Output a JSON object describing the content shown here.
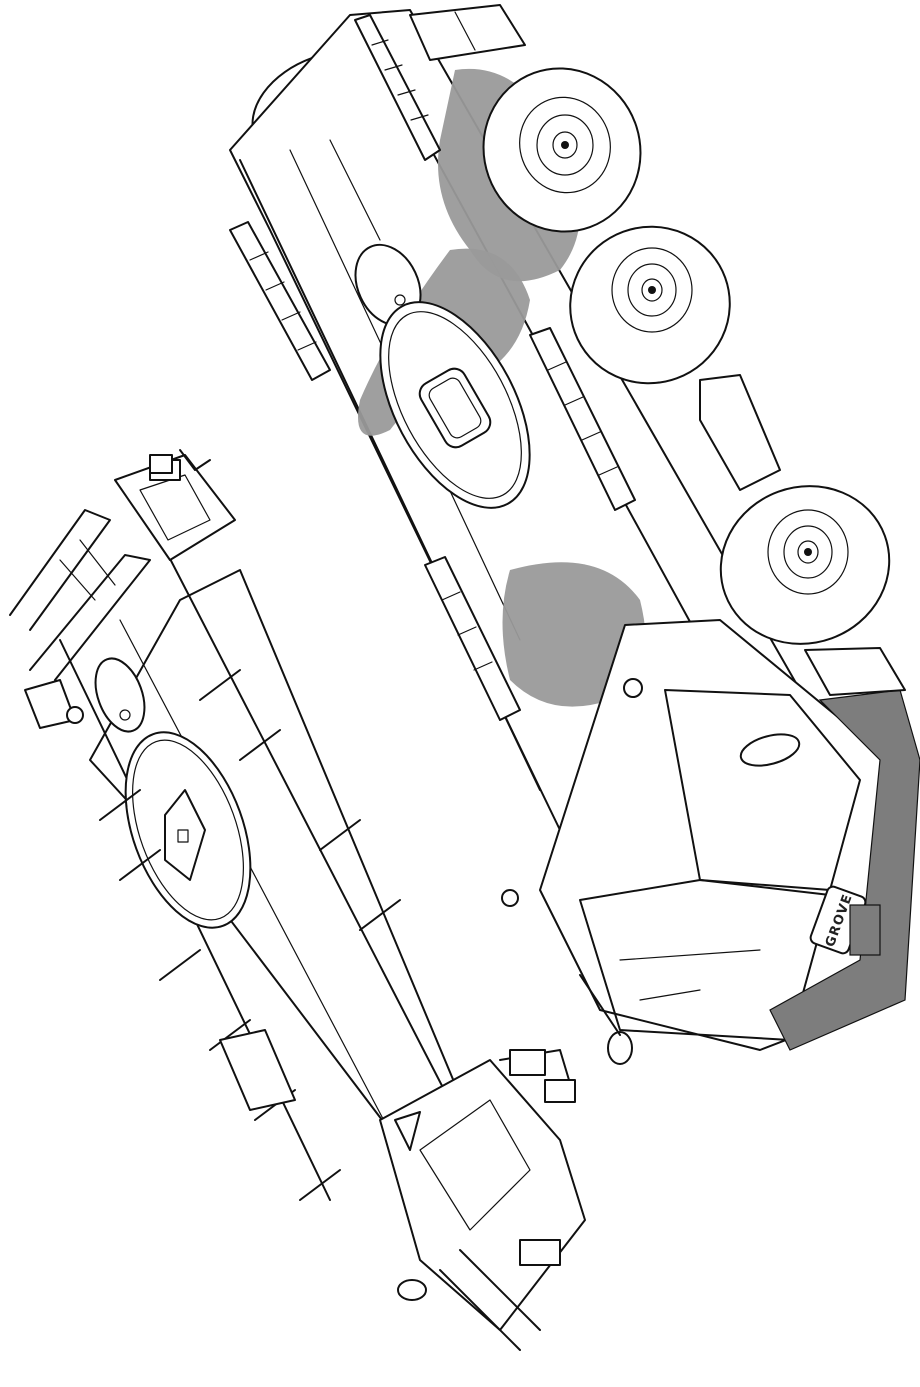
{
  "illustration": {
    "subjects": [
      "truck-carrier",
      "bare-chassis-frame"
    ],
    "colors": {
      "line": "#111111",
      "shadow": "#9a9a9a",
      "background": "#ffffff"
    }
  },
  "cab": {
    "badge_text": "GROVE"
  }
}
